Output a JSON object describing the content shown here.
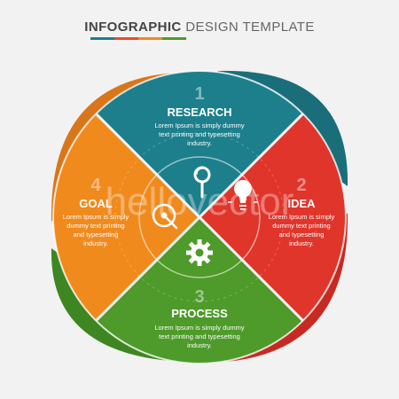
{
  "header": {
    "title_bold": "INFOGRAPHIC",
    "title_light": "DESIGN TEMPLATE",
    "underline_colors": [
      "#1d7f8c",
      "#e84a2e",
      "#f08a1d",
      "#4e9a2a"
    ]
  },
  "sections": [
    {
      "id": "research",
      "number": "1",
      "heading": "RESEARCH",
      "lines": [
        "Lorem Ipsum is simply dummy",
        "text printing and typesetting",
        "industry."
      ],
      "color": "#1d7f8c",
      "icon": "magnifier-icon"
    },
    {
      "id": "idea",
      "number": "2",
      "heading": "IDEA",
      "lines": [
        "Lorem Ipsum is simply",
        "dummy text printing",
        "and typesetting",
        "industry."
      ],
      "color": "#e0352b",
      "icon": "lightbulb-icon"
    },
    {
      "id": "process",
      "number": "3",
      "heading": "PROCESS",
      "lines": [
        "Lorem Ipsum is simply dummy",
        "text printing and typesetting",
        "industry."
      ],
      "color": "#4e9a2a",
      "icon": "gear-icon"
    },
    {
      "id": "goal",
      "number": "4",
      "heading": "GOAL",
      "lines": [
        "Lorem Ipsum is simply",
        "dummy text printing",
        "and typesetting",
        "industry."
      ],
      "color": "#f08a1d",
      "icon": "target-icon"
    }
  ],
  "watermark": "hellovector"
}
